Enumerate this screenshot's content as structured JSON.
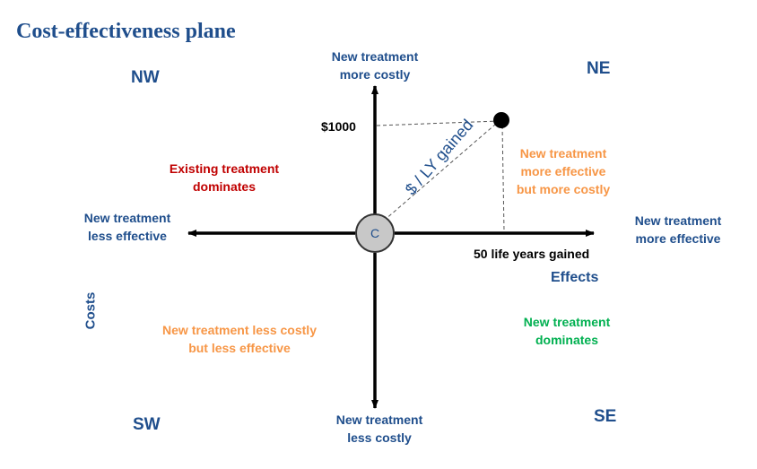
{
  "title": "Cost-effectiveness plane",
  "quadrants": {
    "nw": "NW",
    "ne": "NE",
    "sw": "SW",
    "se": "SE"
  },
  "axis_ends": {
    "top": [
      "New  treatment",
      "more costly"
    ],
    "bottom": [
      "New  treatment",
      "less costly"
    ],
    "left": [
      "New  treatment",
      "less effective"
    ],
    "right": [
      "New  treatment",
      "more effective"
    ]
  },
  "axis_labels": {
    "effects": "Effects",
    "costs": "Costs"
  },
  "origin_label": "C",
  "point": {
    "cost_label": "$1000",
    "effect_label": "50 life years gained",
    "ratio_label": "$ / LY gained"
  },
  "quadrant_notes": {
    "nw": [
      "Existing treatment",
      "dominates"
    ],
    "ne": [
      "New treatment",
      "more effective",
      "but more costly"
    ],
    "sw": [
      "New treatment less costly",
      "but less effective"
    ],
    "se": [
      "New  treatment",
      "dominates"
    ]
  },
  "colors": {
    "blue": "#1f4e8c",
    "red": "#c00000",
    "orange": "#f79646",
    "green": "#00b050",
    "origin_fill": "#c8c8c8"
  }
}
